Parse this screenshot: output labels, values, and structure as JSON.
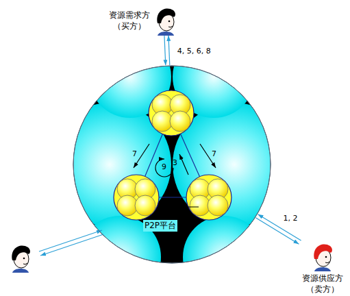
{
  "diagram": {
    "nodes": [
      {
        "text": [
          "资源需求方 （买方）"
        ]
      },
      {
        "text": [
          "P2P平台"
        ]
      },
      {
        "text": [
          "资源供应方 （卖方）"
        ]
      }
    ],
    "edges": [
      {
        "from": 0,
        "to": 1,
        "arrow": "both",
        "label": "4, 5, 6, 8"
      },
      {
        "from": 1,
        "to": 2,
        "arrow": "both",
        "label": "1, 2"
      }
    ],
    "labels": [
      "7",
      "3",
      "7",
      "9"
    ]
  }
}
